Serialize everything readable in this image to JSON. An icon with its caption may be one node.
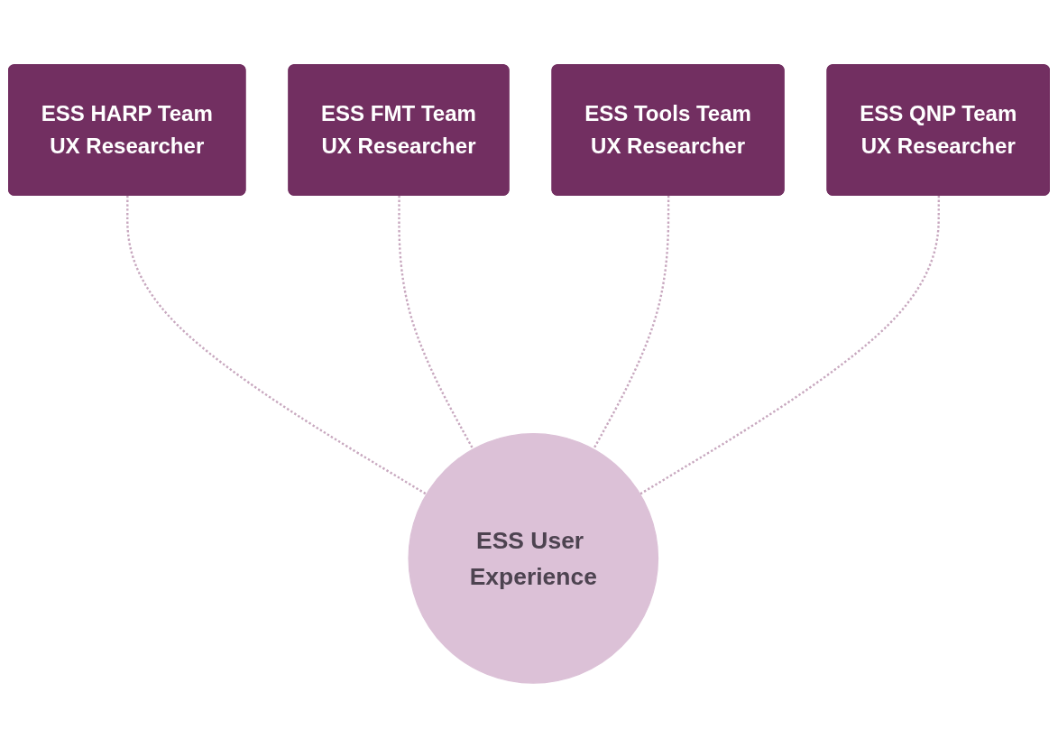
{
  "diagram": {
    "nodes": [
      {
        "text": [
          "ESS HARP Team",
          "UX Researcher"
        ]
      },
      {
        "text": [
          "ESS FMT Team",
          "UX Researcher"
        ]
      },
      {
        "text": [
          "ESS Tools Team",
          "UX Researcher"
        ]
      },
      {
        "text": [
          "ESS QNP Team",
          "UX Researcher"
        ]
      },
      {
        "text": [
          "ESS User Experience"
        ]
      }
    ],
    "edges": [
      {
        "from": 0,
        "to": 4,
        "arrow": "none",
        "style": "dashed"
      },
      {
        "from": 1,
        "to": 4,
        "arrow": "none",
        "style": "dashed"
      },
      {
        "from": 2,
        "to": 4,
        "arrow": "none",
        "style": "dashed"
      },
      {
        "from": 3,
        "to": 4,
        "arrow": "none",
        "style": "dashed"
      }
    ]
  }
}
